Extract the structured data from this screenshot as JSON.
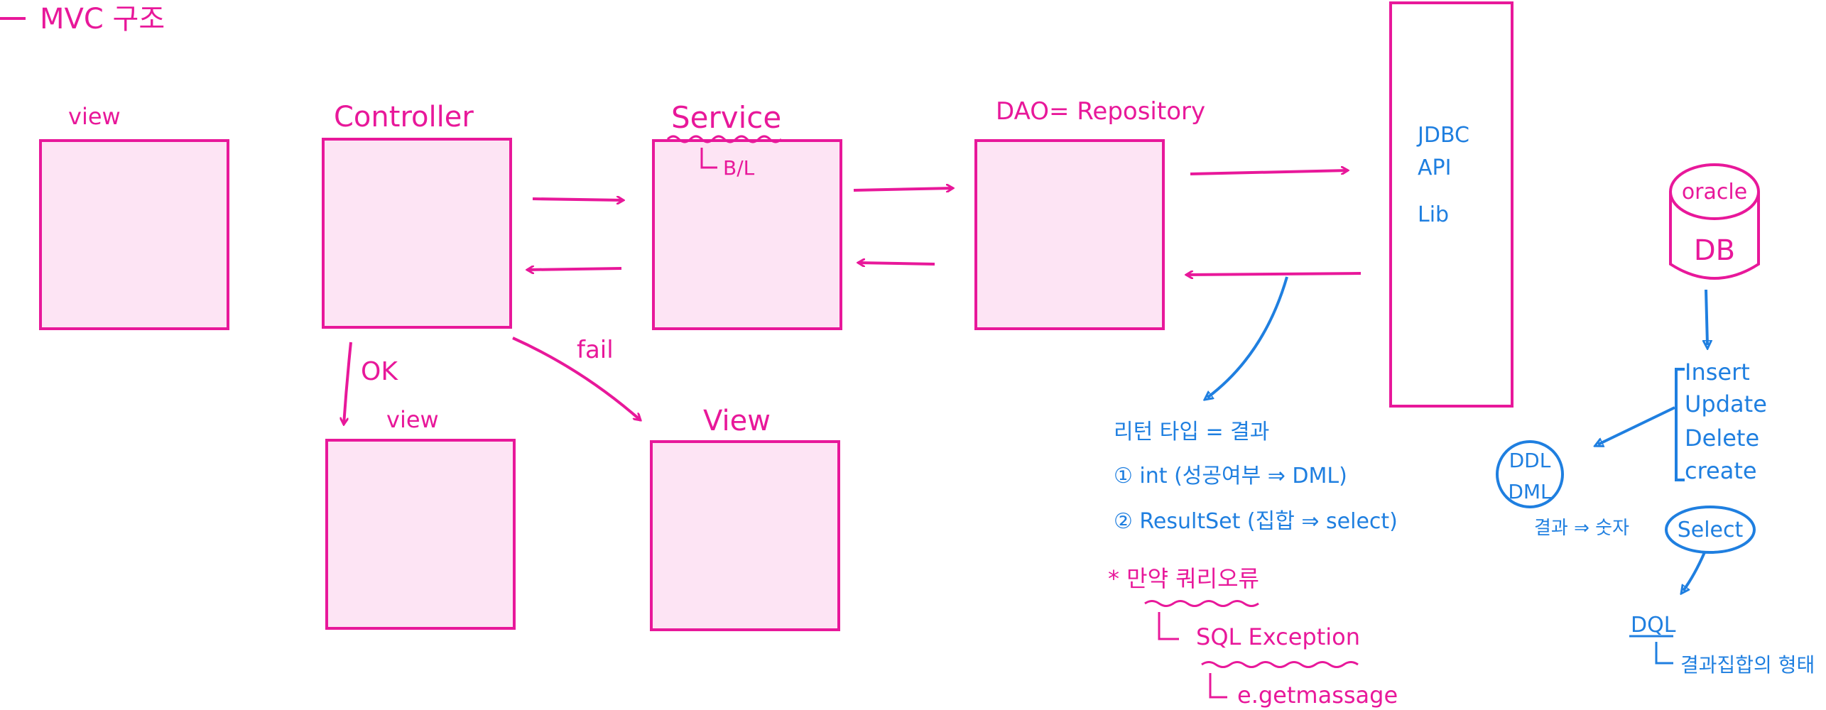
{
  "title": "MVC 구조",
  "colors": {
    "pink": "#e8189a",
    "box_fill": "#fde4f4",
    "blue": "#1f7fe0"
  },
  "boxes": {
    "view": "view",
    "controller": "Controller",
    "service": "Service",
    "service_sub": "B/L",
    "dao": "DAO= Repository",
    "ok_view": "view",
    "fail_view": "View"
  },
  "arrows": {
    "ok": "OK",
    "fail": "fail"
  },
  "jdbc": [
    "JDBC",
    "API",
    "Lib"
  ],
  "db": {
    "top": "oracle",
    "body": "DB"
  },
  "sql_commands": [
    "Insert",
    "Update",
    "Delete",
    "create"
  ],
  "ddl_dml": [
    "DDL",
    "DML"
  ],
  "ddl_result": "결과 ⇒ 숫자",
  "select": "Select",
  "dql": "DQL",
  "dql_result": "결과집합의 형태",
  "return_notes": {
    "line1": "리턴 타입 = 결과",
    "line2": "① int (성공여부 ⇒ DML)",
    "line3": "② ResultSet (집합 ⇒ select)"
  },
  "error_notes": {
    "line1": "* 만약 쿼리오류",
    "line2": "SQL Exception",
    "line3": "e.getmassage"
  }
}
